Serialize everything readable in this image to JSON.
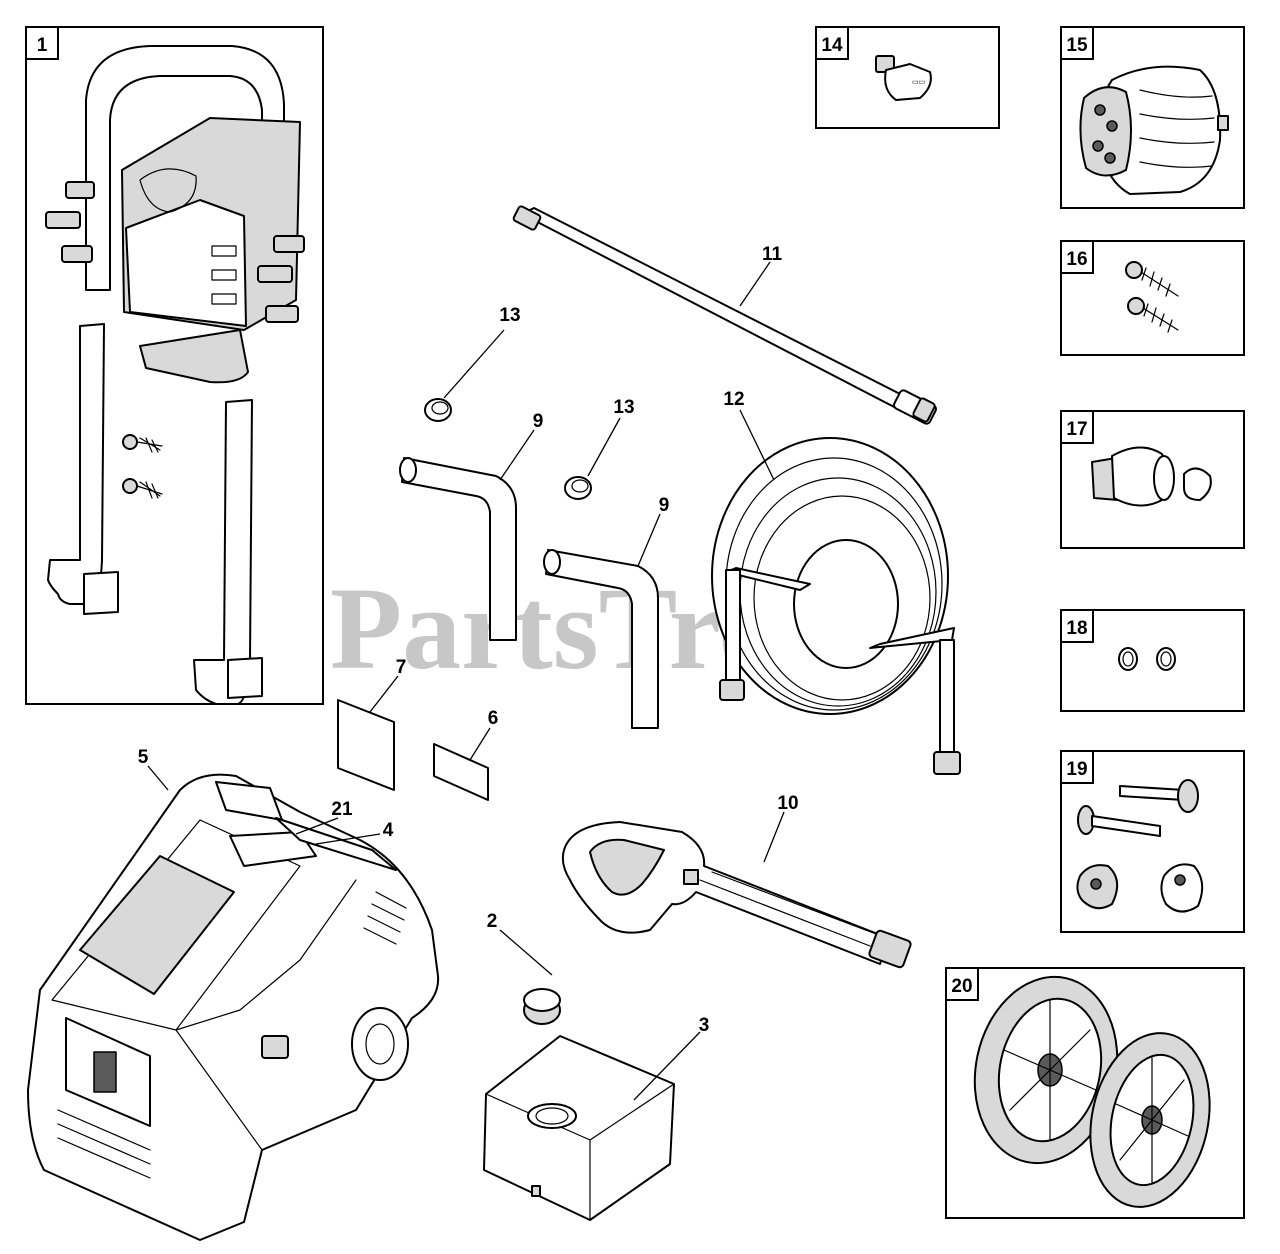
{
  "diagram": {
    "watermark": "PartsTree",
    "boxed_parts": [
      {
        "number": "1"
      },
      {
        "number": "14"
      },
      {
        "number": "15"
      },
      {
        "number": "16"
      },
      {
        "number": "17"
      },
      {
        "number": "18"
      },
      {
        "number": "19"
      },
      {
        "number": "20"
      }
    ],
    "callouts": [
      {
        "number": "2"
      },
      {
        "number": "3"
      },
      {
        "number": "4"
      },
      {
        "number": "5"
      },
      {
        "number": "6"
      },
      {
        "number": "7"
      },
      {
        "number": "9"
      },
      {
        "number": "9"
      },
      {
        "number": "10"
      },
      {
        "number": "11"
      },
      {
        "number": "12"
      },
      {
        "number": "13"
      },
      {
        "number": "13"
      },
      {
        "number": "21"
      }
    ]
  }
}
